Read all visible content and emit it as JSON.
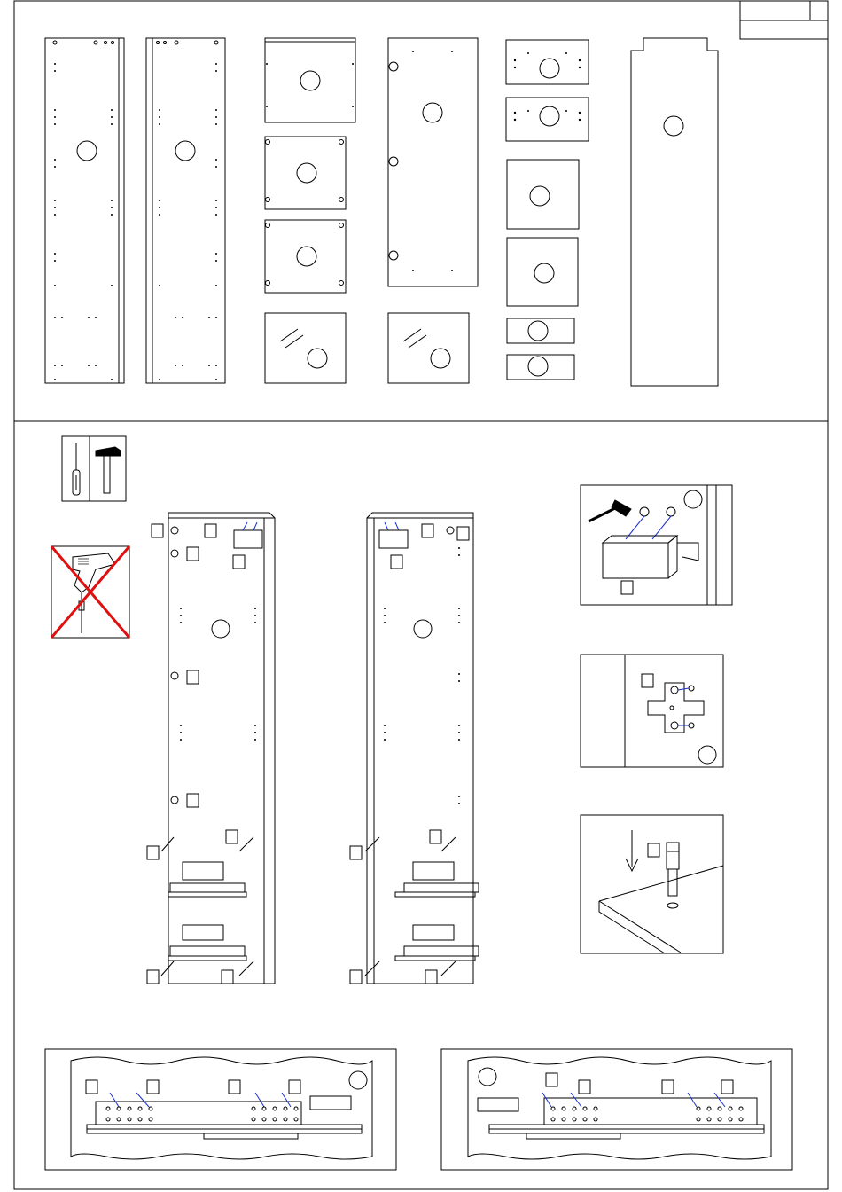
{
  "page": {
    "title_box": {
      "left_cell": "",
      "right_cell": "",
      "lower_cell": ""
    }
  },
  "parts_section": {
    "panels": [
      {
        "id": "side-panel-left",
        "label": ""
      },
      {
        "id": "side-panel-right",
        "label": ""
      },
      {
        "id": "top-panel",
        "label": ""
      },
      {
        "id": "shelf-1",
        "label": ""
      },
      {
        "id": "shelf-2",
        "label": ""
      },
      {
        "id": "glass-door-1",
        "label": ""
      },
      {
        "id": "middle-panel",
        "label": ""
      },
      {
        "id": "glass-door-2",
        "label": ""
      },
      {
        "id": "plinth-top",
        "label": ""
      },
      {
        "id": "plinth-bottom",
        "label": ""
      },
      {
        "id": "small-panel-1",
        "label": ""
      },
      {
        "id": "small-panel-2",
        "label": ""
      },
      {
        "id": "strip-1",
        "label": ""
      },
      {
        "id": "strip-2",
        "label": ""
      },
      {
        "id": "back-panel",
        "label": ""
      }
    ]
  },
  "assembly_section": {
    "tools": [
      "screwdriver-icon",
      "hammer-icon"
    ],
    "warning": "no-power-drill-icon",
    "details": [
      "hammer-hinge-plate",
      "mount-hinge-plate",
      "insert-dowel"
    ],
    "accent_color": "#1a2fd6",
    "warning_color": "#e01010"
  }
}
